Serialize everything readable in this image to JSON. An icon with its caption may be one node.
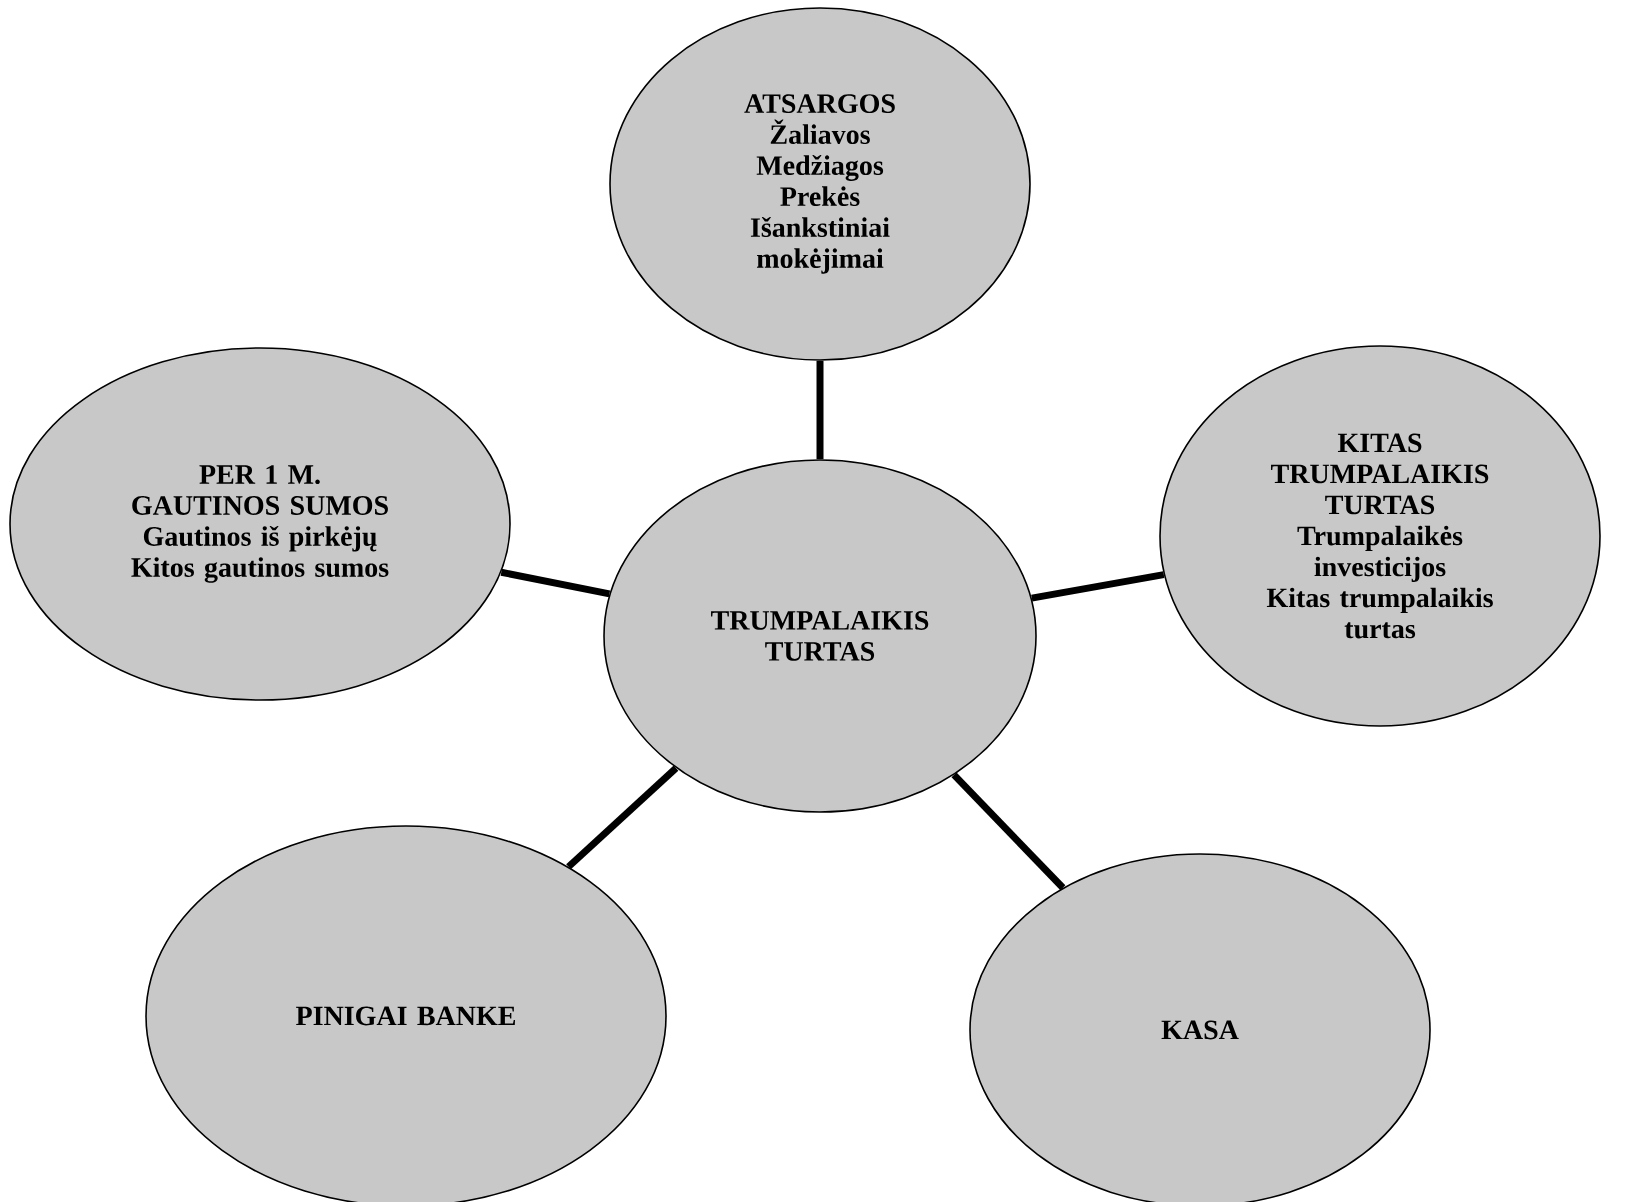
{
  "diagram": {
    "nodes": [
      {
        "text": [
          "TRUMPALAIKIS TURTAS"
        ]
      },
      {
        "text": [
          "ATSARGOS",
          "Žaliavos",
          "Medžiagos",
          "Prekės",
          "Išankstiniai mokėjimai"
        ]
      },
      {
        "text": [
          "PER 1 M. GAUTINOS SUMOS",
          "Gautinos iš pirkėjų",
          "Kitos gautinos sumos"
        ]
      },
      {
        "text": [
          "KITAS TRUMPALAIKIS TURTAS",
          "Trumpalaikės investicijos",
          "Kitas trumpalaikis turtas"
        ]
      },
      {
        "text": [
          "PINIGAI BANKE"
        ]
      },
      {
        "text": [
          "KASA"
        ]
      }
    ],
    "edges": [
      {
        "from": 0,
        "to": 1,
        "arrow": "none"
      },
      {
        "from": 0,
        "to": 2,
        "arrow": "none"
      },
      {
        "from": 0,
        "to": 3,
        "arrow": "none"
      },
      {
        "from": 0,
        "to": 4,
        "arrow": "none"
      },
      {
        "from": 0,
        "to": 5,
        "arrow": "none"
      }
    ]
  }
}
